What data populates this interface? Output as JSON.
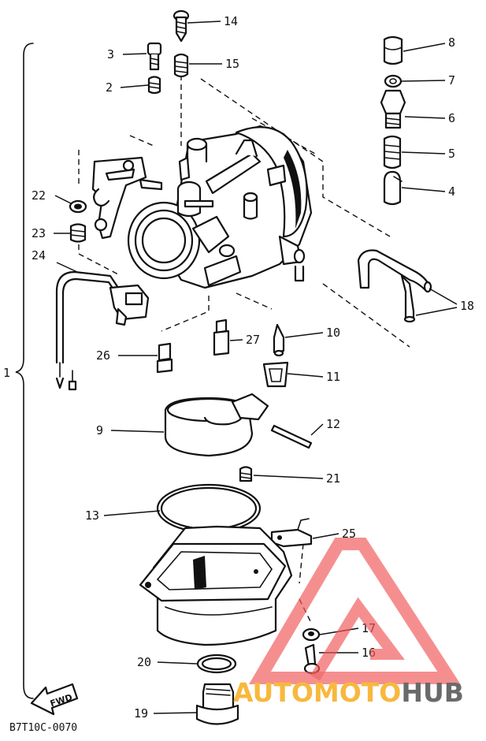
{
  "diagram": {
    "drawing_code": "B7T10C-0070",
    "direction_label": "FWD",
    "assembly_callout": "1",
    "callouts": [
      "2",
      "3",
      "4",
      "5",
      "6",
      "7",
      "8",
      "9",
      "10",
      "11",
      "12",
      "13",
      "14",
      "15",
      "16",
      "17",
      "18",
      "19",
      "20",
      "21",
      "22",
      "23",
      "24",
      "25",
      "26",
      "27"
    ]
  },
  "watermark": {
    "word_auto": "AUTO",
    "word_moto": "MOTO",
    "word_hub": "HUB",
    "colors": {
      "auto": "#f7b12a",
      "moto": "#f7b12a",
      "hub": "#5a5a5a",
      "logo_triangle": "#f05a5a"
    }
  }
}
